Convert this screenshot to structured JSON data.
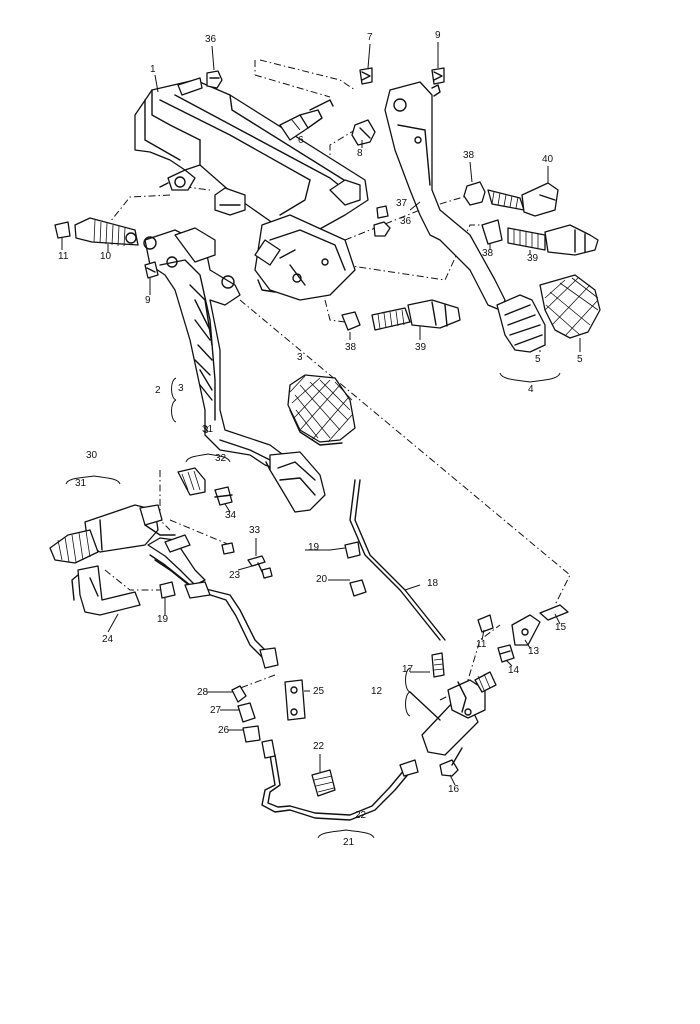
{
  "labels": {
    "l1": "1",
    "l2": "2",
    "l3a": "3",
    "l3b": "3",
    "l3c": "3",
    "l4": "4",
    "l5a": "5",
    "l5b": "5",
    "l6": "6",
    "l7": "7",
    "l8": "8",
    "l9a": "9",
    "l9b": "9",
    "l10": "10",
    "l11a": "11",
    "l11b": "11",
    "l12": "12",
    "l13": "13",
    "l14": "14",
    "l15": "15",
    "l16": "16",
    "l17": "17",
    "l18": "18",
    "l19a": "19",
    "l19b": "19",
    "l20": "20",
    "l21": "21",
    "l22a": "22",
    "l22b": "22",
    "l23": "23",
    "l24": "24",
    "l25": "25",
    "l26": "26",
    "l27": "27",
    "l28": "28",
    "l30": "30",
    "l31a": "31",
    "l31b": "31",
    "l32": "32",
    "l33": "33",
    "l34": "34",
    "l36a": "36",
    "l36b": "36",
    "l37": "37",
    "l38a": "38",
    "l38b": "38",
    "l38c": "38",
    "l39a": "39",
    "l39b": "39",
    "l40": "40"
  }
}
